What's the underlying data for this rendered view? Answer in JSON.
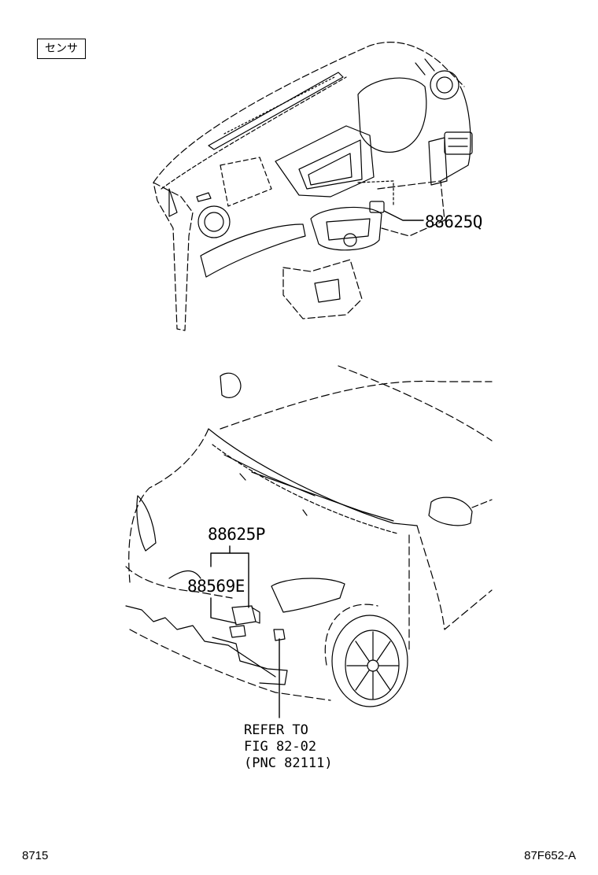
{
  "title_tag": "センサ",
  "parts": {
    "dash_sensor": "88625Q",
    "front_sensor": "88625P",
    "front_bracket": "88569E"
  },
  "reference": {
    "line1": "REFER TO",
    "line2": "FIG 82-02",
    "line3": "(PNC 82111)"
  },
  "footer": {
    "left": "8715",
    "right": "87F652-A"
  }
}
